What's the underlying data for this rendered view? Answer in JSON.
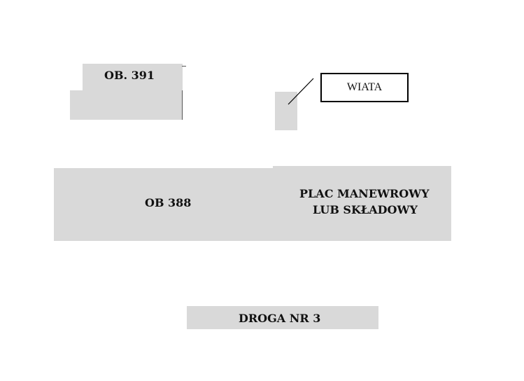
{
  "diagram": {
    "type": "site-plan",
    "colors": {
      "area_fill": "#d9d9d9",
      "background": "#ffffff",
      "text": "#111111"
    },
    "buildings": [
      {
        "id": "ob391",
        "label": "OB. 391"
      },
      {
        "id": "wiata",
        "label": "WIATA"
      },
      {
        "id": "ob388",
        "label": "OB 388"
      },
      {
        "id": "plac",
        "label_line1": "PLAC MANEWROWY",
        "label_line2": "LUB SKŁADOWY"
      },
      {
        "id": "droga",
        "label": "DROGA NR 3"
      }
    ]
  }
}
